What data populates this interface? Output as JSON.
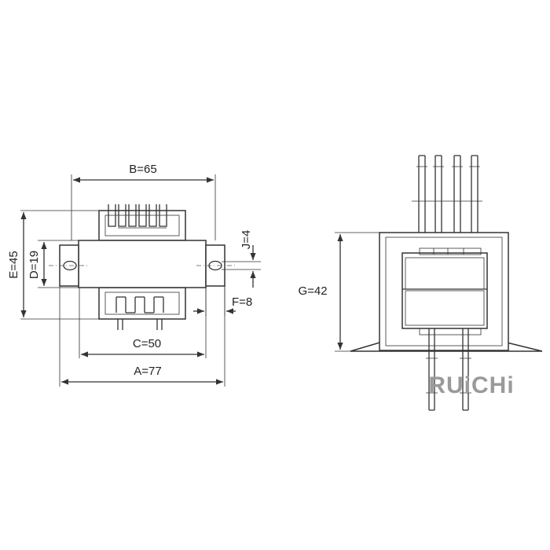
{
  "dimensions": {
    "b": "B=65",
    "e": "E=45",
    "d": "D=19",
    "j": "J=4",
    "f": "F=8",
    "c": "C=50",
    "a": "A=77",
    "g": "G=42"
  },
  "logo": {
    "text": "RUiCHi",
    "color": "#9a9a9a"
  },
  "colors": {
    "line": "#333333",
    "background": "#ffffff"
  }
}
